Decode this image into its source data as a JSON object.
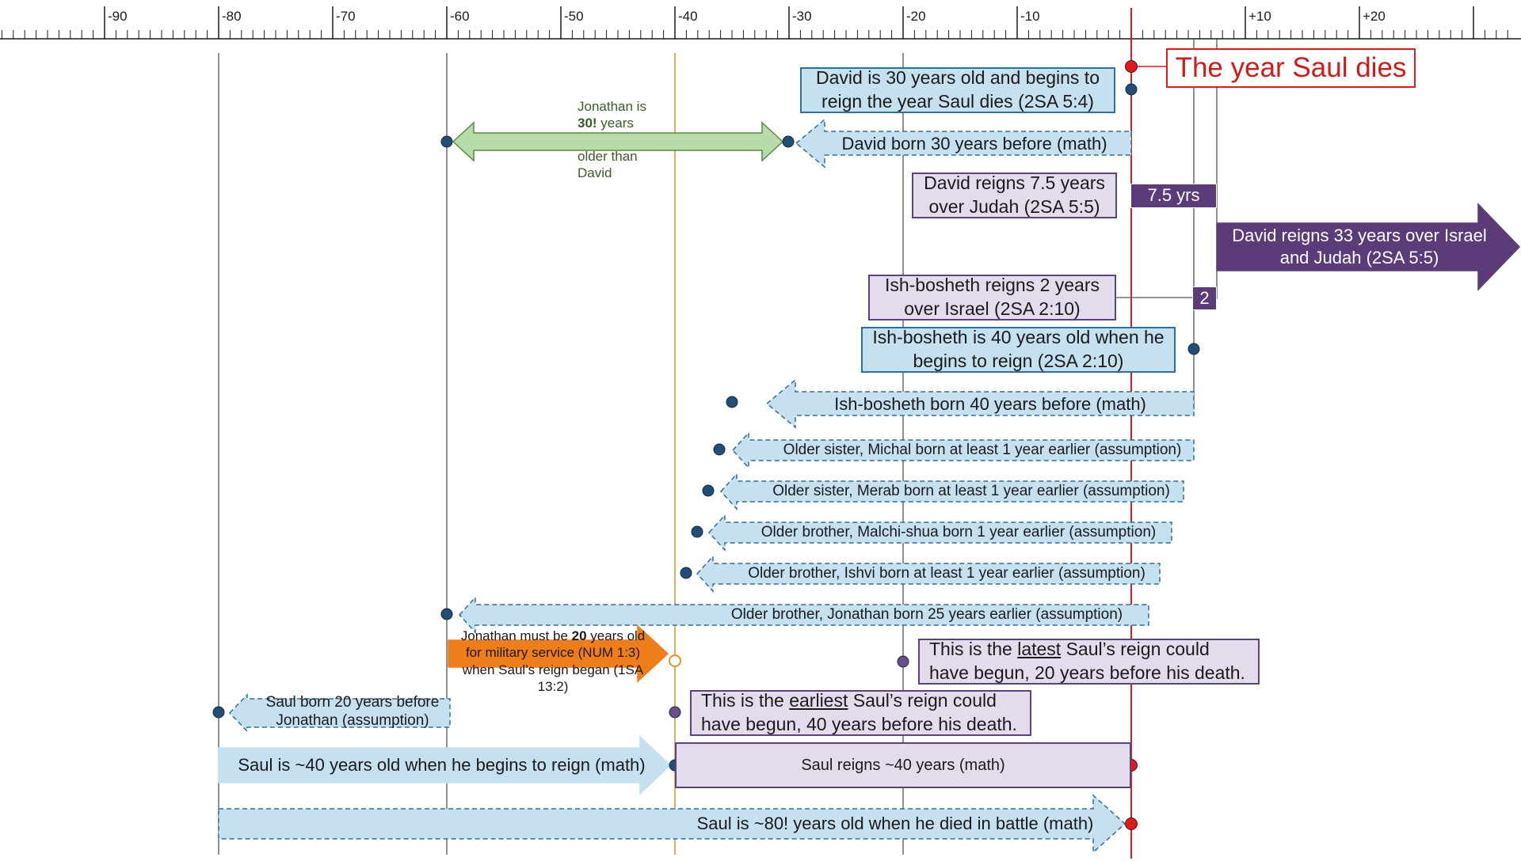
{
  "axis": {
    "tick_labels": [
      "-90",
      "-80",
      "-70",
      "-60",
      "-50",
      "-40",
      "-30",
      "-20",
      "-10",
      "+10",
      "+20"
    ],
    "tick_values": [
      -90,
      -80,
      -70,
      -60,
      -50,
      -40,
      -30,
      -20,
      -10,
      10,
      20
    ],
    "range": [
      -100,
      33
    ],
    "minor_step": 1
  },
  "colors": {
    "axis": "#1a1a1a",
    "death_line": "#e01b1b",
    "guide_line": "#555555",
    "orange_line": "#e6932a",
    "blue_fill": "#c5e0ef",
    "blue_stroke": "#2f6f9b",
    "purple_fill": "#e4dcec",
    "purple_dark": "#5c3c78",
    "green_fill": "#b7dca8",
    "green_stroke": "#5a8a47",
    "orange_fill": "#ef7d1a"
  },
  "title": "The year Saul dies",
  "boxes": {
    "david_30": "David is 30 years old and begins to reign the year Saul dies (2SA 5:4)",
    "david_judah": "David reigns 7.5 years over Judah (2SA 5:5)",
    "judah_years": "7.5 yrs",
    "david_israel": "David reigns 33 years over Israel and Judah (2SA 5:5)",
    "ish_reign": "Ish-bosheth reigns 2 years over Israel (2SA 2:10)",
    "ish_two": "2",
    "ish_40": "Ish-bosheth is 40 years old when he begins to reign (2SA 2:10)",
    "latest_pre": "This is the ",
    "latest_word": "latest",
    "latest_post": " Saul’s reign could have begun, 20 years before his death.",
    "earliest_pre": "This is the ",
    "earliest_word": "earliest",
    "earliest_post": " Saul’s reign could have begun, 40 years before his death.",
    "saul_reigns": "Saul reigns ~40 years (math)"
  },
  "arrows": {
    "david_born": "David born 30 years before (math)",
    "ish_born": "Ish-bosheth born 40 years before (math)",
    "michal": "Older sister, Michal born at least 1 year earlier (assumption)",
    "merab": "Older sister, Merab born at least 1 year earlier (assumption)",
    "malchi": "Older brother, Malchi-shua born 1 year earlier (assumption)",
    "ishvi": "Older brother, Ishvi born at least 1 year earlier (assumption)",
    "jonathan_born": "Older brother, Jonathan born 25 years earlier (assumption)",
    "saul_born": "Saul born 20 years before Jonathan (assumption)",
    "saul_40": "Saul is ~40 years old when he begins to reign (math)",
    "saul_80": "Saul is ~80! years old when he died in battle (math)"
  },
  "jonathan_gap": {
    "pre": "Jonathan is",
    "bold": "30!",
    "mid": " years",
    "post": "older than David"
  },
  "military": {
    "pre": "Jonathan must be ",
    "bold": "20",
    "post": " years old for military service (NUM 1:3) when Saul’s reign began (1SA 13:2)"
  }
}
